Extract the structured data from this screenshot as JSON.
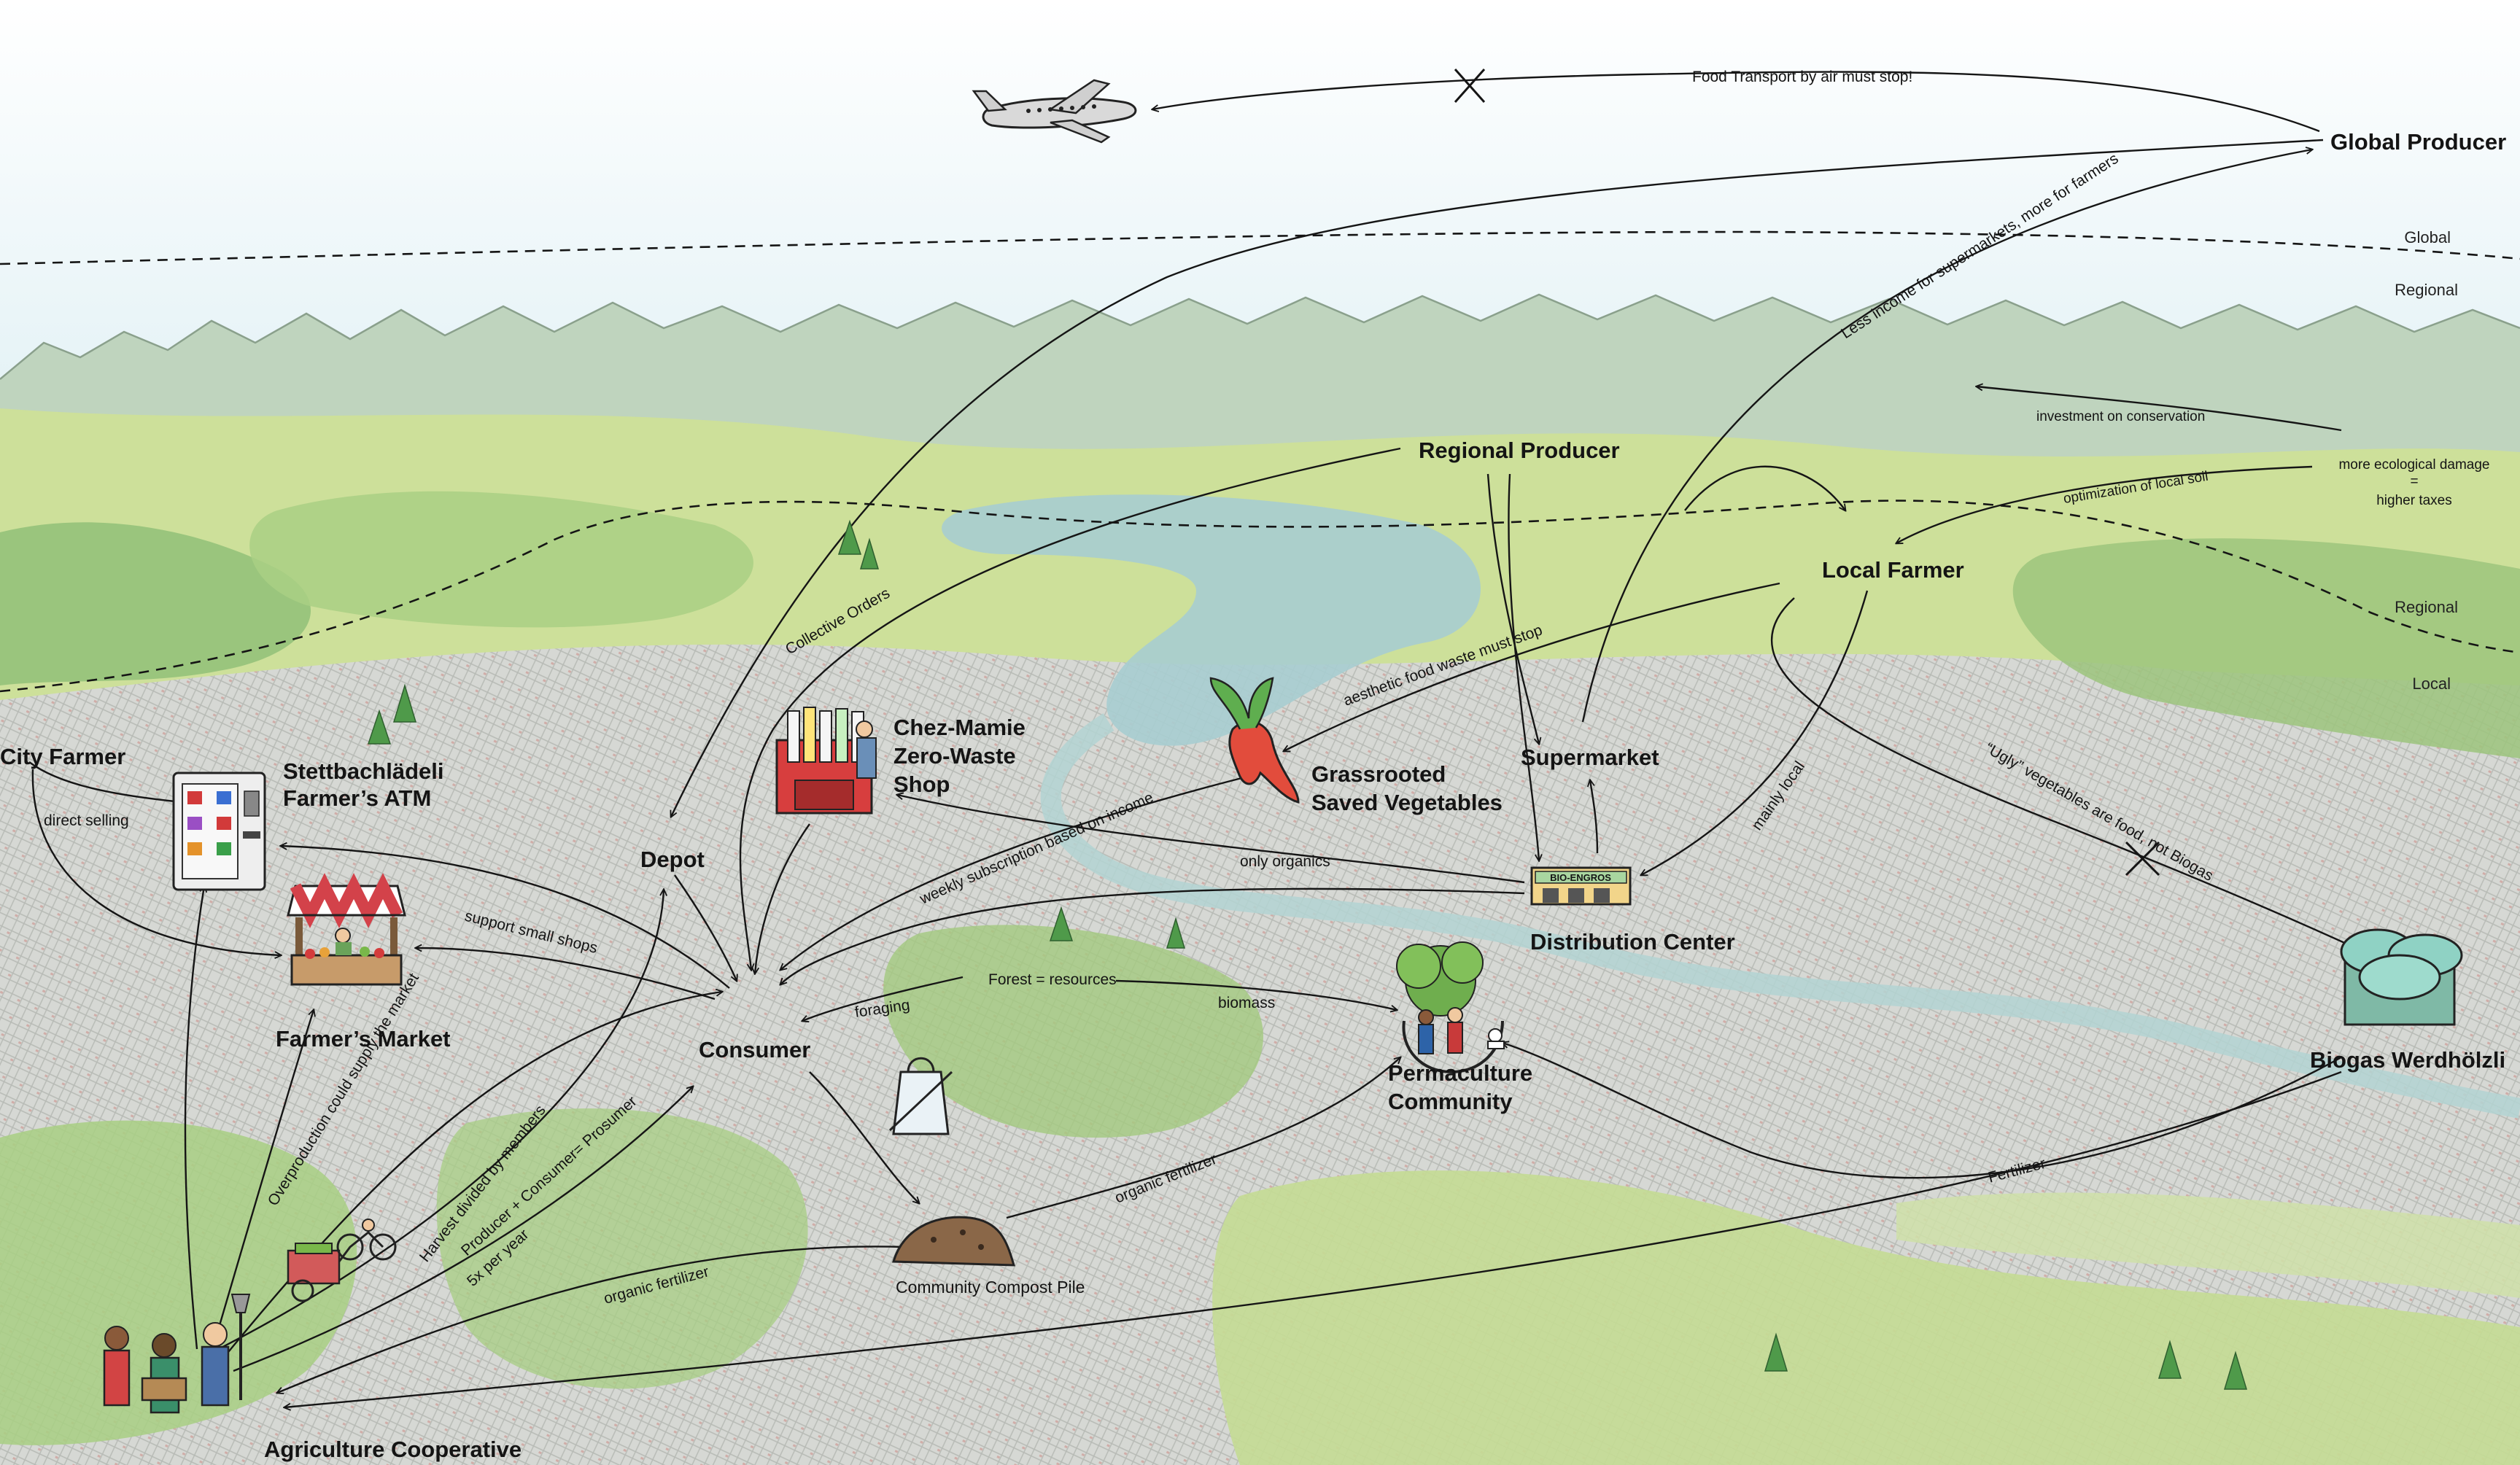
{
  "zones": {
    "global": "Global",
    "regional_top": "Regional",
    "regional_mid": "Regional",
    "local": "Local"
  },
  "nodes": {
    "global_producer": "Global Producer",
    "regional_producer": "Regional Producer",
    "local_farmer": "Local Farmer",
    "city_farmer": "City Farmer",
    "stettbach_line1": "Stettbachlädeli",
    "stettbach_line2": "Farmer’s ATM",
    "chez_line1": "Chez-Mamie",
    "chez_line2": "Zero-Waste",
    "chez_line3": "Shop",
    "grass_line1": "Grassrooted",
    "grass_line2": "Saved Vegetables",
    "supermarket": "Supermarket",
    "depot": "Depot",
    "distribution_center": "Distribution Center",
    "distribution_sign": "BIO-ENGROS",
    "farmers_market": "Farmer’s Market",
    "consumer": "Consumer",
    "perma_line1": "Permaculture",
    "perma_line2": "Community",
    "biogas": "Biogas Werdhölzli",
    "compost": "Community Compost Pile",
    "agri_coop": "Agriculture Cooperative"
  },
  "edges": {
    "air": "Food Transport by air must stop!",
    "less_income": "Less income for supermarkets, more for farmers",
    "investment": "investment on conservation",
    "damage_line1": "more ecological damage",
    "damage_eq": "=",
    "damage_line2": "higher taxes",
    "soil": "optimization of local soil",
    "collective": "Collective Orders",
    "aesthetic": "aesthetic food waste must stop",
    "ugly": "“Ugly” vegetables are food, not Biogas",
    "mainly_local": "mainly local",
    "weekly": "weekly subscription based on income",
    "only_organics": "only organics",
    "direct_selling": "direct selling",
    "support_small": "support small shops",
    "forest": "Forest = resources",
    "foraging": "foraging",
    "biomass": "biomass",
    "overproduction": "Overproduction could supply the market",
    "harvest": "Harvest divided by members",
    "prosumer": "Producer + Consumer= Prosumer",
    "five_x": "5x per year",
    "organic_fert_left": "organic fertilizer",
    "organic_fert_right": "organic fertilizer",
    "fertilizer": "Fertilizer"
  },
  "colors": {
    "sky": "#cfe7ee",
    "mountain": "#b9cfb6",
    "field": "#c8dc8a",
    "forest": "#8fbf72",
    "lake": "#a9cfcf",
    "city": "#d4d6d3",
    "ink": "#151515"
  }
}
